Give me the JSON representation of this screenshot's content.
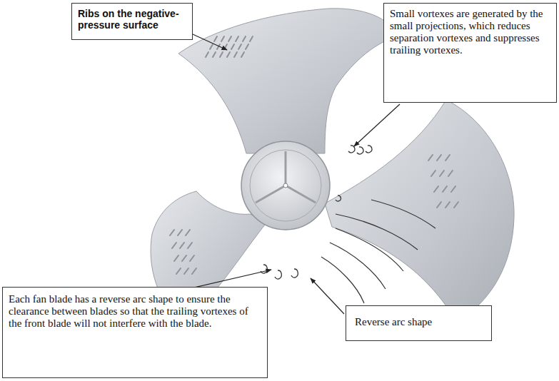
{
  "diagram": {
    "nodes": [
      {
        "text": [
          "Ribs on the negative-pressure surface"
        ]
      },
      {
        "text": [
          "Small vortexes are generated by the small projections, which reduces separation vortexes and suppresses trailing vortexes."
        ]
      },
      {
        "text": [
          "Each fan blade has a reverse arc shape to ensure the clearance between blades so that the trailing vortexes of the front blade will not interfere with the blade."
        ]
      },
      {
        "text": [
          "Reverse arc shape"
        ]
      }
    ]
  }
}
